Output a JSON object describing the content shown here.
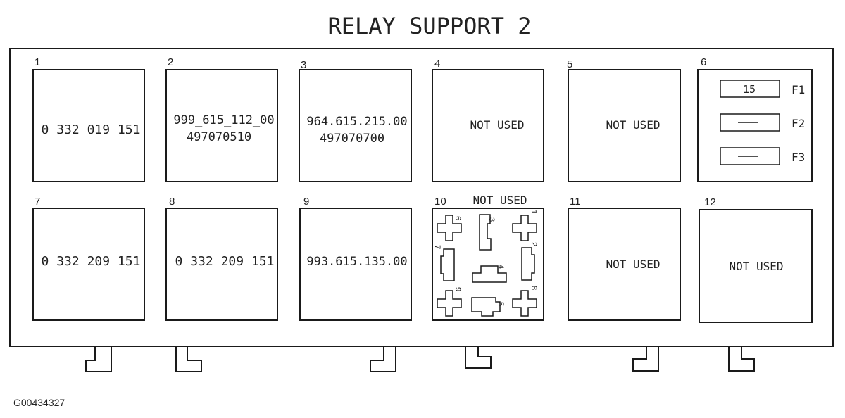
{
  "title": "RELAY SUPPORT 2",
  "slots": [
    {
      "number": "1",
      "lines": [
        "0 332 019 151"
      ]
    },
    {
      "number": "2",
      "lines": [
        "999_615_112_00",
        "497070510"
      ]
    },
    {
      "number": "3",
      "lines": [
        "964.615.215.00",
        "497070700"
      ]
    },
    {
      "number": "4",
      "lines": [
        "NOT USED"
      ]
    },
    {
      "number": "5",
      "lines": [
        "NOT USED"
      ]
    },
    {
      "number": "6",
      "lines": []
    },
    {
      "number": "7",
      "lines": [
        "0 332 209 151"
      ]
    },
    {
      "number": "8",
      "lines": [
        "0 332 209 151"
      ]
    },
    {
      "number": "9",
      "lines": [
        "993.615.135.00"
      ]
    },
    {
      "number": "10",
      "lines": [
        "NOT USED"
      ]
    },
    {
      "number": "11",
      "lines": [
        "NOT USED"
      ]
    },
    {
      "number": "12",
      "lines": [
        "NOT USED"
      ]
    }
  ],
  "fuses": [
    {
      "label": "F1",
      "value": "15"
    },
    {
      "label": "F2",
      "value": ""
    },
    {
      "label": "F3",
      "value": ""
    }
  ],
  "socket_terminals": [
    "1",
    "2",
    "3",
    "4",
    "5",
    "6",
    "7",
    "8",
    "9"
  ],
  "figure_id": "G00434327"
}
